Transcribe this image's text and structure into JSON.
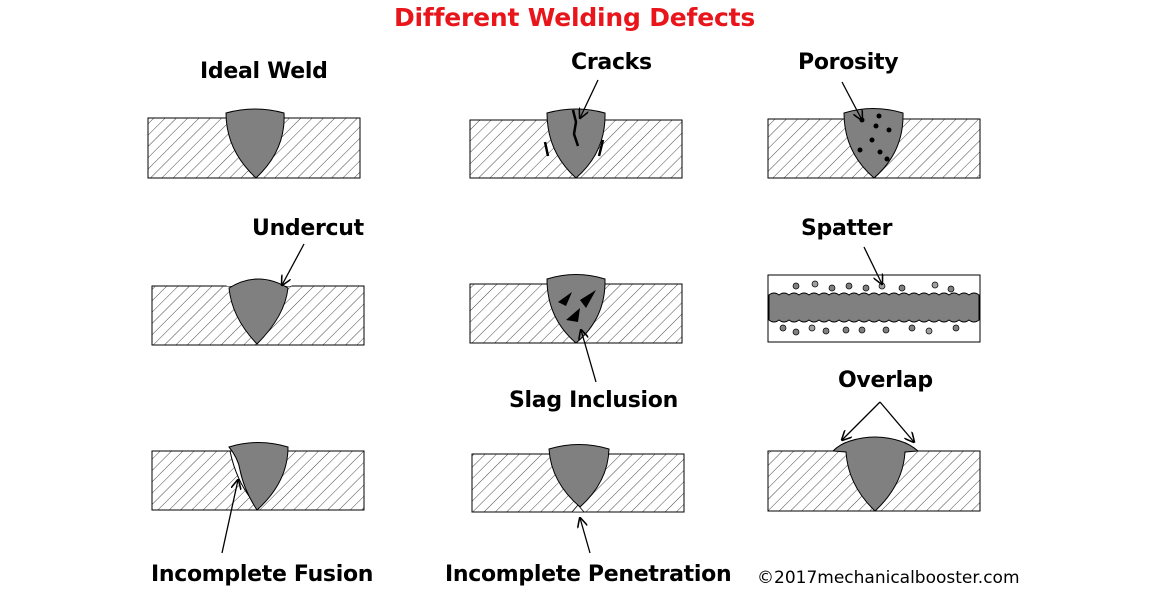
{
  "title": "Different Welding Defects",
  "labels": {
    "ideal_weld": "Ideal Weld",
    "cracks": "Cracks",
    "porosity": "Porosity",
    "undercut": "Undercut",
    "spatter": "Spatter",
    "slag_inclusion": "Slag Inclusion",
    "overlap": "Overlap",
    "incomplete_fusion": "Incomplete Fusion",
    "incomplete_penetration": "Incomplete Penetration"
  },
  "copyright": "©2017mechanicalbooster.com",
  "colors": {
    "title": "#e8161b",
    "weld": "#808080",
    "hatch": "#4a4a4a",
    "spatter_grey": "#a0a0a0",
    "text": "#000000"
  }
}
